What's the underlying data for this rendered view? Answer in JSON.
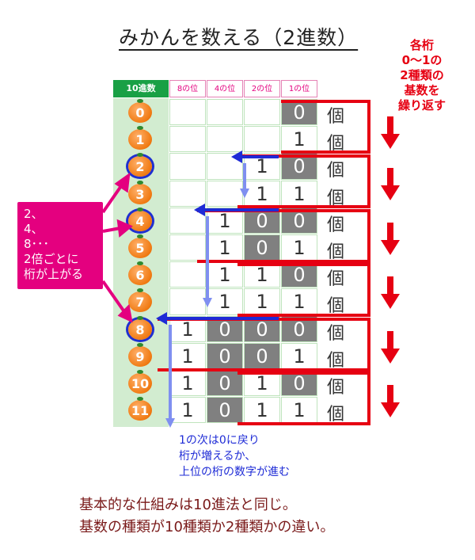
{
  "title": "みかんを数える（2進数）",
  "header": {
    "decimal": "10進数",
    "bit8": "8の位",
    "bit4": "4の位",
    "bit2": "2の位",
    "bit1": "1の位"
  },
  "rows": [
    {
      "n": "0",
      "bits": [
        "",
        "",
        "",
        "0"
      ],
      "dark": [
        false,
        false,
        false,
        true
      ]
    },
    {
      "n": "1",
      "bits": [
        "",
        "",
        "",
        "1"
      ],
      "dark": [
        false,
        false,
        false,
        false
      ]
    },
    {
      "n": "2",
      "bits": [
        "",
        "",
        "1",
        "0"
      ],
      "dark": [
        false,
        false,
        false,
        true
      ]
    },
    {
      "n": "3",
      "bits": [
        "",
        "",
        "1",
        "1"
      ],
      "dark": [
        false,
        false,
        false,
        false
      ]
    },
    {
      "n": "4",
      "bits": [
        "",
        "1",
        "0",
        "0"
      ],
      "dark": [
        false,
        false,
        true,
        true
      ]
    },
    {
      "n": "5",
      "bits": [
        "",
        "1",
        "0",
        "1"
      ],
      "dark": [
        false,
        false,
        true,
        false
      ]
    },
    {
      "n": "6",
      "bits": [
        "",
        "1",
        "1",
        "0"
      ],
      "dark": [
        false,
        false,
        false,
        true
      ]
    },
    {
      "n": "7",
      "bits": [
        "",
        "1",
        "1",
        "1"
      ],
      "dark": [
        false,
        false,
        false,
        false
      ]
    },
    {
      "n": "8",
      "bits": [
        "1",
        "0",
        "0",
        "0"
      ],
      "dark": [
        false,
        true,
        true,
        true
      ]
    },
    {
      "n": "9",
      "bits": [
        "1",
        "0",
        "0",
        "1"
      ],
      "dark": [
        false,
        true,
        true,
        false
      ]
    },
    {
      "n": "10",
      "bits": [
        "1",
        "0",
        "1",
        "0"
      ],
      "dark": [
        false,
        true,
        false,
        true
      ]
    },
    {
      "n": "11",
      "bits": [
        "1",
        "0",
        "1",
        "1"
      ],
      "dark": [
        false,
        true,
        false,
        false
      ]
    }
  ],
  "unit": "個",
  "red_note": [
    "各桁",
    "0〜1の",
    "2種類の",
    "基数を",
    "繰り返す"
  ],
  "pink_note": [
    "2、",
    "4、",
    "8･･･",
    "2倍ごとに",
    "桁が上がる"
  ],
  "blue_note": [
    "1の次は0に戻り",
    "桁が増えるか、",
    "上位の桁の数字が進む"
  ],
  "footer": [
    "基本的な仕組みは10進法と同じ。",
    "基数の種類が10種類か2種類かの違い。"
  ],
  "circled": [
    "2",
    "4",
    "8"
  ],
  "colors": {
    "red": "#e60012",
    "pink": "#e4007f",
    "blue": "#1e2bd6",
    "green": "#19a045"
  }
}
